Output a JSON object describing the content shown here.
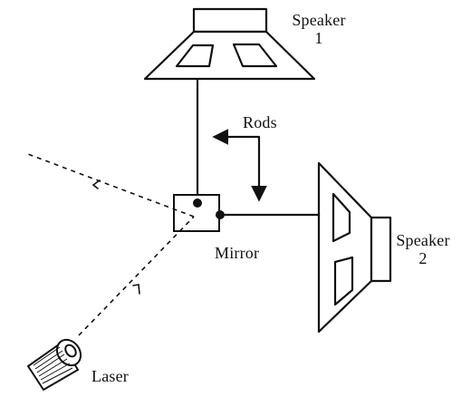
{
  "diagram": {
    "speaker_1": {
      "name": "Speaker",
      "number": "1"
    },
    "speaker_2": {
      "name": "Speaker",
      "number": "2"
    },
    "rods": "Rods",
    "mirror": "Mirror",
    "laser": "Laser"
  },
  "colors": {
    "ink": "#111111",
    "background": "#ffffff"
  }
}
